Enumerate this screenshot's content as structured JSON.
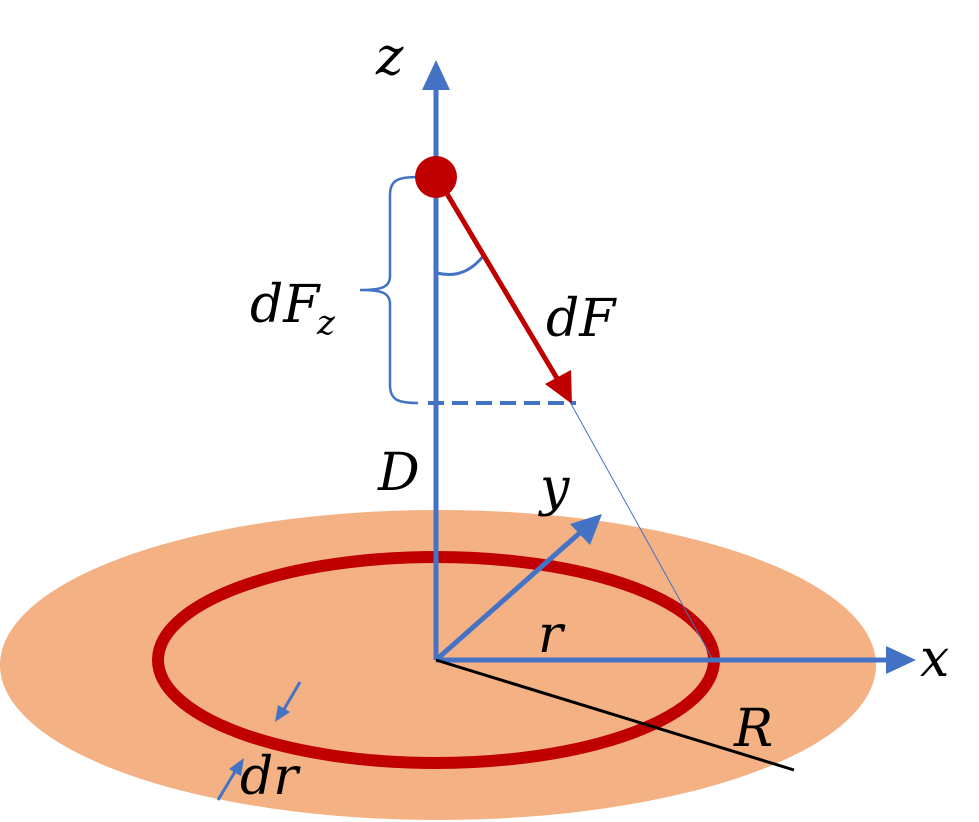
{
  "labels": {
    "z": "z",
    "x": "x",
    "y": "y",
    "D": "D",
    "r": "r",
    "R": "R",
    "dF": "dF",
    "dFz_main": "dF",
    "dFz_sub": "z",
    "dr": "dr"
  },
  "colors": {
    "axis_blue": "#4472C4",
    "force_red": "#C00000",
    "ring_red": "#C00000",
    "disk_fill": "#F4B183",
    "line_black": "#000000"
  }
}
